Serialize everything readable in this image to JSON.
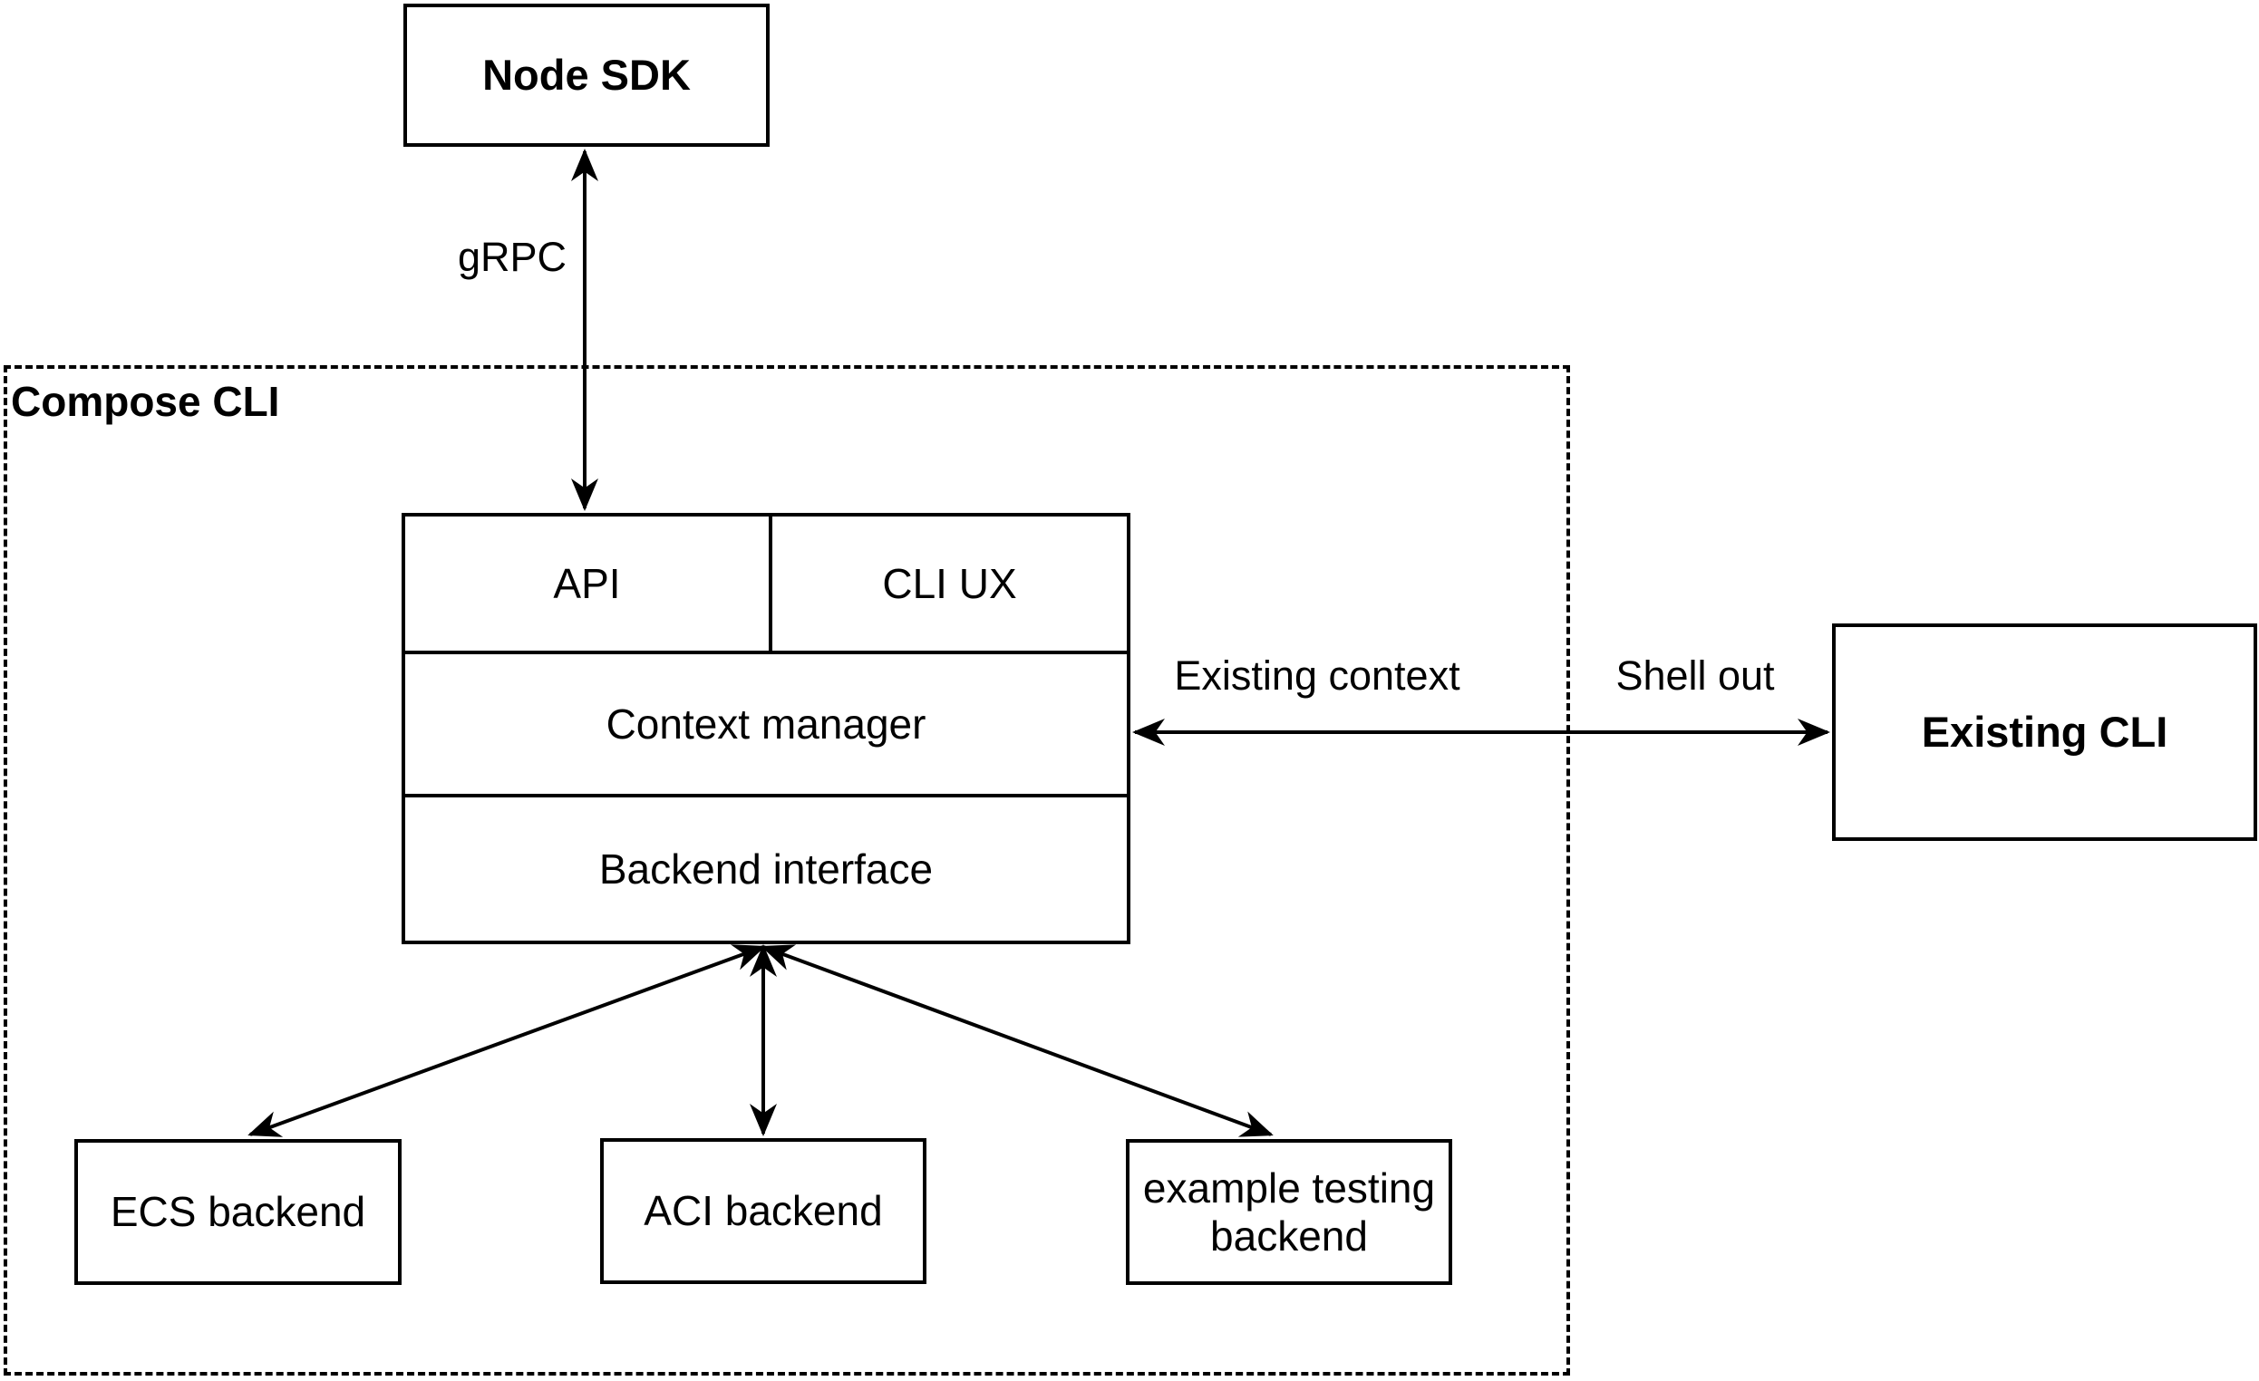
{
  "colors": {
    "stroke": "#000000",
    "background": "#ffffff",
    "text": "#000000"
  },
  "nodes": {
    "node_sdk": "Node SDK",
    "compose_cli_container": "Compose CLI",
    "api": "API",
    "cli_ux": "CLI UX",
    "context_manager": "Context manager",
    "backend_interface": "Backend interface",
    "existing_cli": "Existing CLI",
    "ecs_backend": "ECS backend",
    "aci_backend": "ACI backend",
    "example_testing_backend": "example testing backend"
  },
  "edge_labels": {
    "grpc": "gRPC",
    "existing_context": "Existing context",
    "shell_out": "Shell out"
  }
}
